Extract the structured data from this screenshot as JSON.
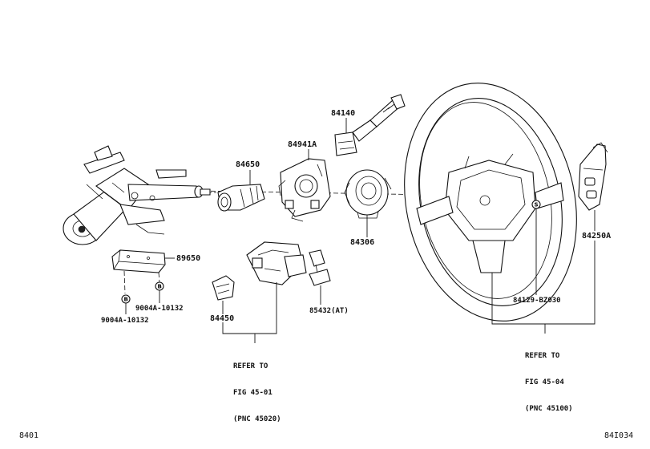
{
  "parts": {
    "p84140": "84140",
    "p84941A": "84941A",
    "p84650": "84650",
    "p84306": "84306",
    "p89650": "89650",
    "p9004A_right": "9004A-10132",
    "p9004A_left": "9004A-10132",
    "p84450": "84450",
    "p85432": "85432(AT)",
    "p84129": "84129-BZ030",
    "p84250A": "84250A"
  },
  "markers": {
    "bolt_left": "B",
    "bolt_right": "B",
    "screw": "S"
  },
  "notes": {
    "left": [
      "REFER TO",
      "FIG 45-01",
      "(PNC 45020)"
    ],
    "right": [
      "REFER TO",
      "FIG 45-04",
      "(PNC 45100)"
    ]
  },
  "footer": {
    "left": "8401",
    "right": "84I034"
  }
}
